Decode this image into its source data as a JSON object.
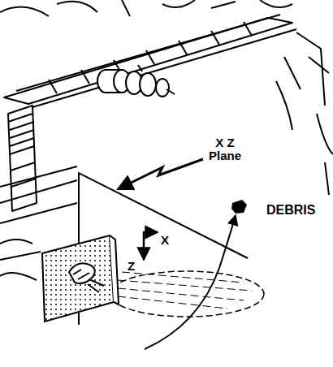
{
  "diagram": {
    "labels": [
      "X Z Plane",
      "DEBRIS",
      "X",
      "Z"
    ]
  }
}
